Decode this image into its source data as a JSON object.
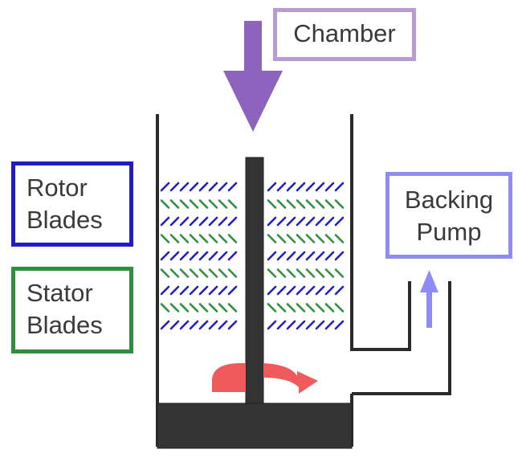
{
  "labels": {
    "chamber": "Chamber",
    "rotor_line1": "Rotor",
    "rotor_line2": "Blades",
    "stator_line1": "Stator",
    "stator_line2": "Blades",
    "backing_line1": "Backing",
    "backing_line2": "Pump"
  },
  "colors": {
    "chamber_arrow": "#8e63be",
    "chamber_border": "#b79bd2",
    "rotor": "#1f1fbf",
    "stator": "#2f8f3f",
    "backing_border": "#8f8cf5",
    "backing_arrow": "#8f8cf5",
    "rotation_arrow": "#f05a5a",
    "body": "#333333"
  },
  "icons": {
    "inflow_arrow": "arrow-down-icon",
    "exhaust_arrow": "arrow-up-icon",
    "rotation": "rotation-arrow-icon"
  }
}
